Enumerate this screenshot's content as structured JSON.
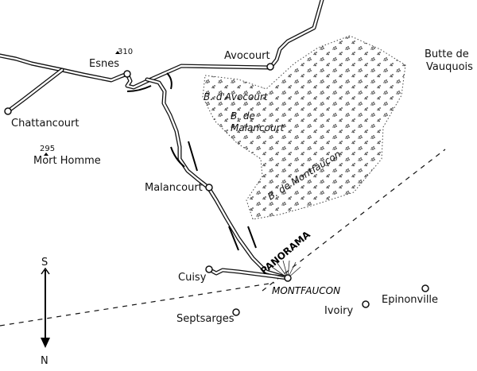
{
  "map": {
    "places": {
      "esnes": "Esnes",
      "esnes_alt": "310",
      "avocourt": "Avocourt",
      "chattancourt": "Chattancourt",
      "mort_homme": "Mort Homme",
      "mort_homme_alt": "295",
      "malancourt": "Malancourt",
      "butte_line1": "Butte de",
      "butte_line2": "Vauquois",
      "cuisy": "Cuisy",
      "septsarges": "Septsarges",
      "montfaucon": "MONTFAUCON",
      "panorama": "PANORAMA",
      "ivoiry": "Ivoiry",
      "epinonville": "Epinonville"
    },
    "woods": {
      "avocourt": "B. d'Avocourt",
      "malancourt_line1": "B. de",
      "malancourt_line2": "Malancourt",
      "montfaucon": "B. de Montfaucon"
    },
    "compass": {
      "top": "S",
      "bottom": "N"
    }
  }
}
